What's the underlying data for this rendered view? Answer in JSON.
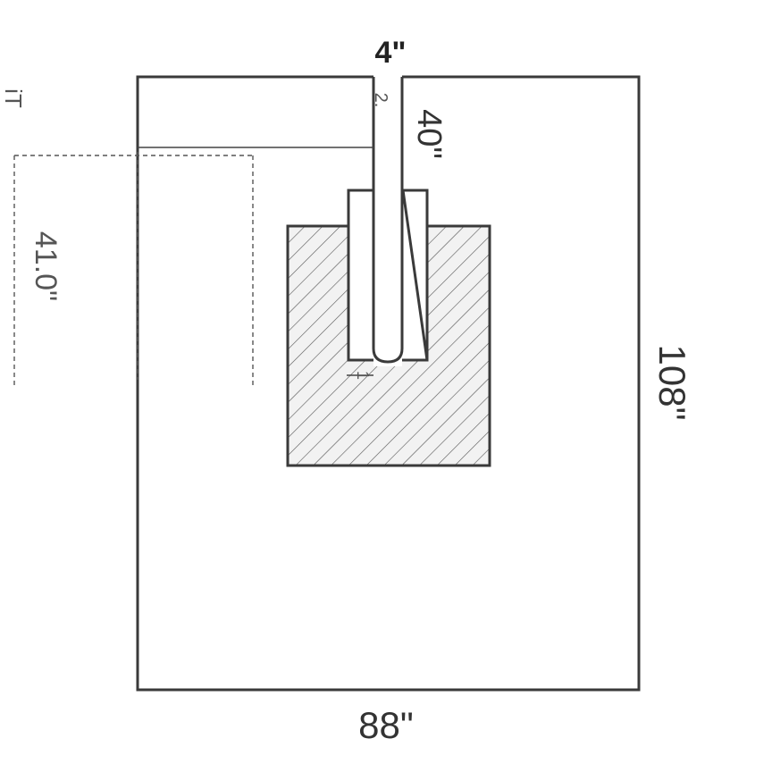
{
  "diagram": {
    "labels": {
      "slit_width": "4\"",
      "slit_length": "40\"",
      "sheet_width": "88\"",
      "sheet_length": "108\"",
      "side_dimension": "41.0\"",
      "top_left_fragment": "iT",
      "slit_small_mark": "2.",
      "bottom_bracket_mark": "1"
    },
    "colors": {
      "outline": "#3a3a3a",
      "hatch": "#555555",
      "hatch_fill": "#f2f2f2",
      "background": "#ffffff"
    }
  }
}
